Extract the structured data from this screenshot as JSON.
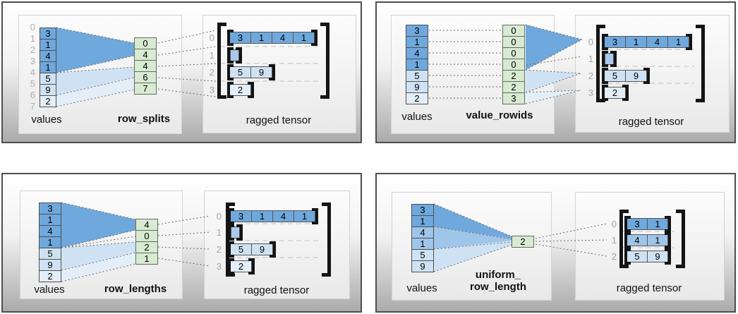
{
  "colors": {
    "dark_blue": "#6fa8dc",
    "mid_blue": "#9fc5e8",
    "light_blue": "#cfe2f3",
    "pale_blue": "#e3eef9",
    "green": "#d9ead3"
  },
  "panels": [
    {
      "method": "row_splits",
      "values_label": "values",
      "method_label": "row_splits",
      "tensor_label": "ragged tensor",
      "value_indices": [
        "0",
        "1",
        "2",
        "3",
        "4",
        "5",
        "6",
        "7"
      ],
      "values": [
        "3",
        "1",
        "4",
        "1",
        "5",
        "9",
        "2"
      ],
      "method_values": [
        "0",
        "4",
        "4",
        "6",
        "7"
      ],
      "row_indices": [
        "0",
        "1",
        "2",
        "3"
      ],
      "rows": [
        [
          "3",
          "1",
          "4",
          "1"
        ],
        [],
        [
          "5",
          "9"
        ],
        [
          "2"
        ]
      ]
    },
    {
      "method": "value_rowids",
      "values_label": "values",
      "method_label": "value_rowids",
      "tensor_label": "ragged tensor",
      "values": [
        "3",
        "1",
        "4",
        "1",
        "5",
        "9",
        "2"
      ],
      "method_values": [
        "0",
        "0",
        "0",
        "0",
        "2",
        "2",
        "3"
      ],
      "row_indices": [
        "0",
        "1",
        "2",
        "3"
      ],
      "rows": [
        [
          "3",
          "1",
          "4",
          "1"
        ],
        [],
        [
          "5",
          "9"
        ],
        [
          "2"
        ]
      ]
    },
    {
      "method": "row_lengths",
      "values_label": "values",
      "method_label": "row_lengths",
      "tensor_label": "ragged tensor",
      "values": [
        "3",
        "1",
        "4",
        "1",
        "5",
        "9",
        "2"
      ],
      "method_values": [
        "4",
        "0",
        "2",
        "1"
      ],
      "row_indices": [
        "0",
        "1",
        "2",
        "3"
      ],
      "rows": [
        [
          "3",
          "1",
          "4",
          "1"
        ],
        [],
        [
          "5",
          "9"
        ],
        [
          "2"
        ]
      ]
    },
    {
      "method": "uniform_row_length",
      "values_label": "values",
      "method_label_line1": "uniform_",
      "method_label_line2": "row_length",
      "tensor_label": "ragged tensor",
      "values": [
        "3",
        "1",
        "4",
        "1",
        "5",
        "9"
      ],
      "method_values": [
        "2"
      ],
      "row_indices": [
        "0",
        "1",
        "2"
      ],
      "rows": [
        [
          "3",
          "1"
        ],
        [
          "4",
          "1"
        ],
        [
          "5",
          "9"
        ]
      ]
    }
  ]
}
